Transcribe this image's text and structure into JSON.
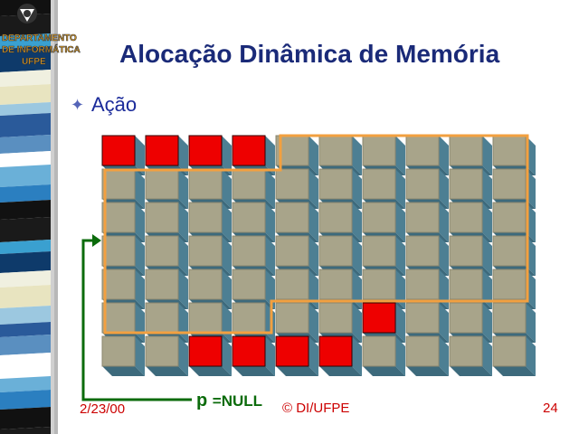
{
  "slide": {
    "title": "Alocação Dinâmica de Memória",
    "bullet": "Ação",
    "pointer_var": "p",
    "pointer_value": "=NULL",
    "date": "2/23/00",
    "copyright": "© DI/UFPE",
    "page_number": "24"
  },
  "logo": {
    "lines": [
      "DEPARTAMENTO",
      "DE INFORMÁTICA",
      "UFPE"
    ]
  },
  "memory_grid": {
    "rows": 7,
    "cols": 10,
    "allocated_cells": [
      [
        0,
        0
      ],
      [
        0,
        1
      ],
      [
        0,
        2
      ],
      [
        0,
        3
      ],
      [
        5,
        6
      ],
      [
        6,
        2
      ],
      [
        6,
        3
      ],
      [
        6,
        4
      ],
      [
        6,
        5
      ]
    ],
    "colors": {
      "free": "#a8a48a",
      "allocated": "#ee0000",
      "side": "#4d7f93",
      "region_outline": "#f2a040",
      "pointer_arrow": "#0b6b0b"
    }
  }
}
